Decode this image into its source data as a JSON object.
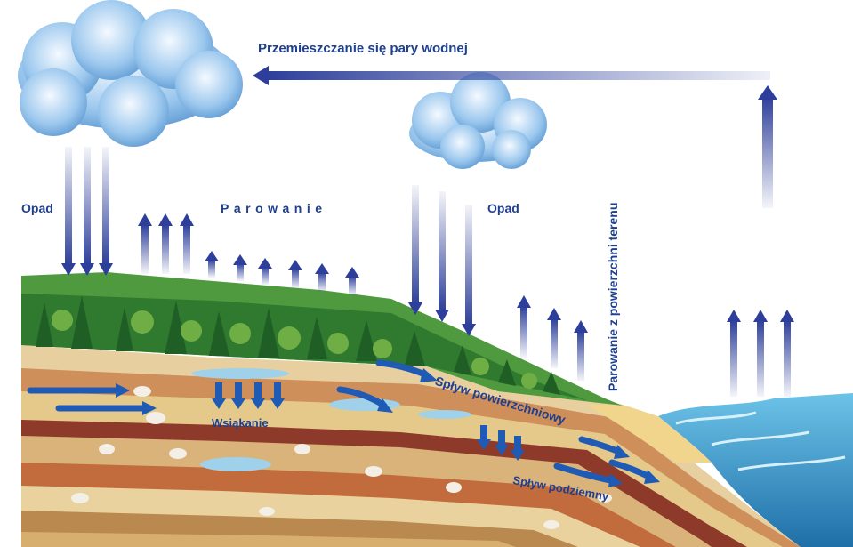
{
  "labels": {
    "vapor_movement": "Przemieszczanie się pary wodnej",
    "precipitation_left": "Opad",
    "evaporation": "Parowanie",
    "precipitation_middle": "Opad",
    "land_surface_evaporation": "Parowanie z powierzchni terenu",
    "infiltration": "Wsiąkanie",
    "surface_runoff": "Spływ powierzchniowy",
    "underground_runoff": "Spływ podziemny"
  },
  "colors": {
    "arrow_blue": "#2d3f9a",
    "flow_blue": "#1f5bb5",
    "label_blue": "#1f3f8f",
    "sea_blue": "#3a9fd0",
    "forest_green": "#3f8d3a",
    "cloud_blue": "#7fb6e3"
  },
  "icons": {
    "cloud_left": "cloud-icon",
    "cloud_middle": "cloud-icon",
    "rain_arrows": "arrow-down-icon",
    "evaporation_arrows": "arrow-up-icon"
  }
}
